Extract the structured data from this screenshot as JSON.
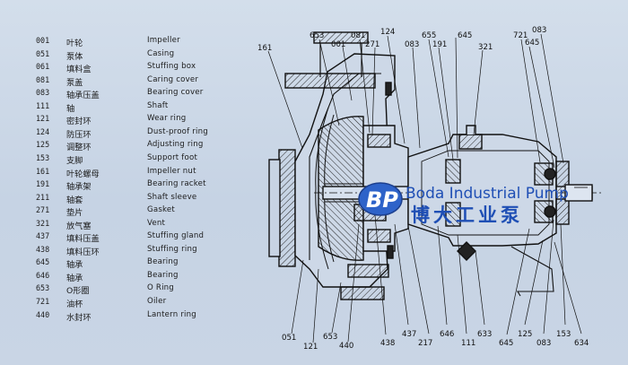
{
  "legend": [
    {
      "code": "001",
      "zh": "叶轮",
      "en": "Impeller"
    },
    {
      "code": "051",
      "zh": "泵体",
      "en": "Casing"
    },
    {
      "code": "061",
      "zh": "填料盒",
      "en": "Stuffing box"
    },
    {
      "code": "081",
      "zh": "泵盖",
      "en": "Caring cover"
    },
    {
      "code": "083",
      "zh": "轴承压盖",
      "en": "Bearing cover"
    },
    {
      "code": "111",
      "zh": "轴",
      "en": "Shaft"
    },
    {
      "code": "121",
      "zh": "密封环",
      "en": "Wear ring"
    },
    {
      "code": "124",
      "zh": "防压环",
      "en": "Dust-proof ring"
    },
    {
      "code": "125",
      "zh": "调整环",
      "en": "Adjusting ring"
    },
    {
      "code": "153",
      "zh": "支脚",
      "en": "Support foot"
    },
    {
      "code": "161",
      "zh": "叶轮螺母",
      "en": "Impeller nut"
    },
    {
      "code": "191",
      "zh": "轴承架",
      "en": "Bearing racket"
    },
    {
      "code": "211",
      "zh": "轴套",
      "en": "Shaft sleeve"
    },
    {
      "code": "271",
      "zh": "垫片",
      "en": "Gasket"
    },
    {
      "code": "321",
      "zh": "放气塞",
      "en": "Vent"
    },
    {
      "code": "437",
      "zh": "填料压盖",
      "en": "Stuffing gland"
    },
    {
      "code": "438",
      "zh": "填料压环",
      "en": "Stuffing ring"
    },
    {
      "code": "645",
      "zh": "轴承",
      "en": "Bearing"
    },
    {
      "code": "646",
      "zh": "轴承",
      "en": "Bearing"
    },
    {
      "code": "653",
      "zh": "O形圈",
      "en": "O Ring"
    },
    {
      "code": "721",
      "zh": "油杯",
      "en": "Oiler"
    },
    {
      "code": "440",
      "zh": "水封环",
      "en": "Lantern ring"
    }
  ],
  "diagram": {
    "callouts_top": [
      "161",
      "653",
      "001",
      "081",
      "271",
      "124",
      "083",
      "655",
      "191",
      "645",
      "321",
      "721",
      "645",
      "083"
    ],
    "callouts_bottom": [
      "051",
      "121",
      "653",
      "440",
      "437",
      "438",
      "217",
      "646",
      "111",
      "633",
      "645",
      "125",
      "083",
      "153",
      "634"
    ]
  },
  "watermark": {
    "logo_text": "BP",
    "brand_en": "Boda Industrial Pump",
    "brand_zh": "博大工业泵"
  }
}
